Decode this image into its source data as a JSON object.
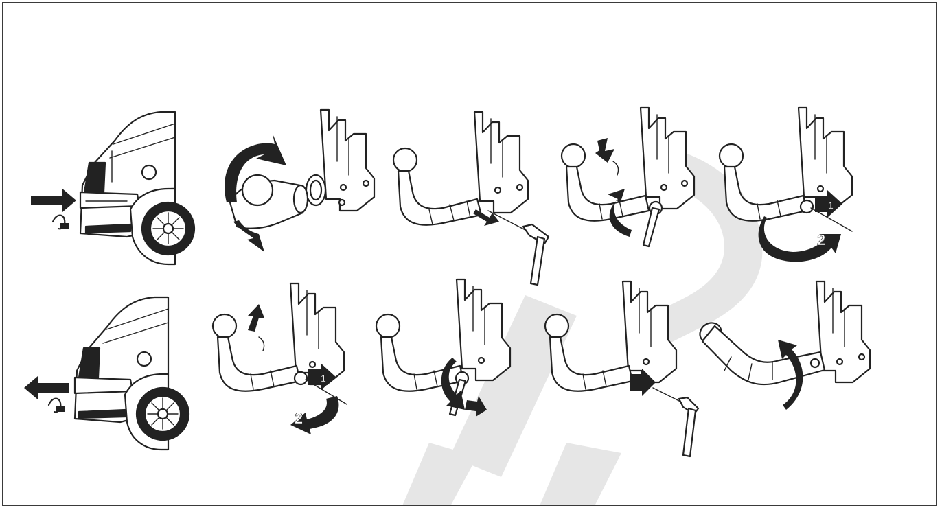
{
  "figure": {
    "step_labels": {
      "top_right_1": "1",
      "top_right_2": "2",
      "bottom_first_1": "1",
      "bottom_first_2": "2"
    },
    "colors": {
      "line": "#222222",
      "watermark": "#e6e6e6",
      "border": "#3a3a3a"
    }
  }
}
